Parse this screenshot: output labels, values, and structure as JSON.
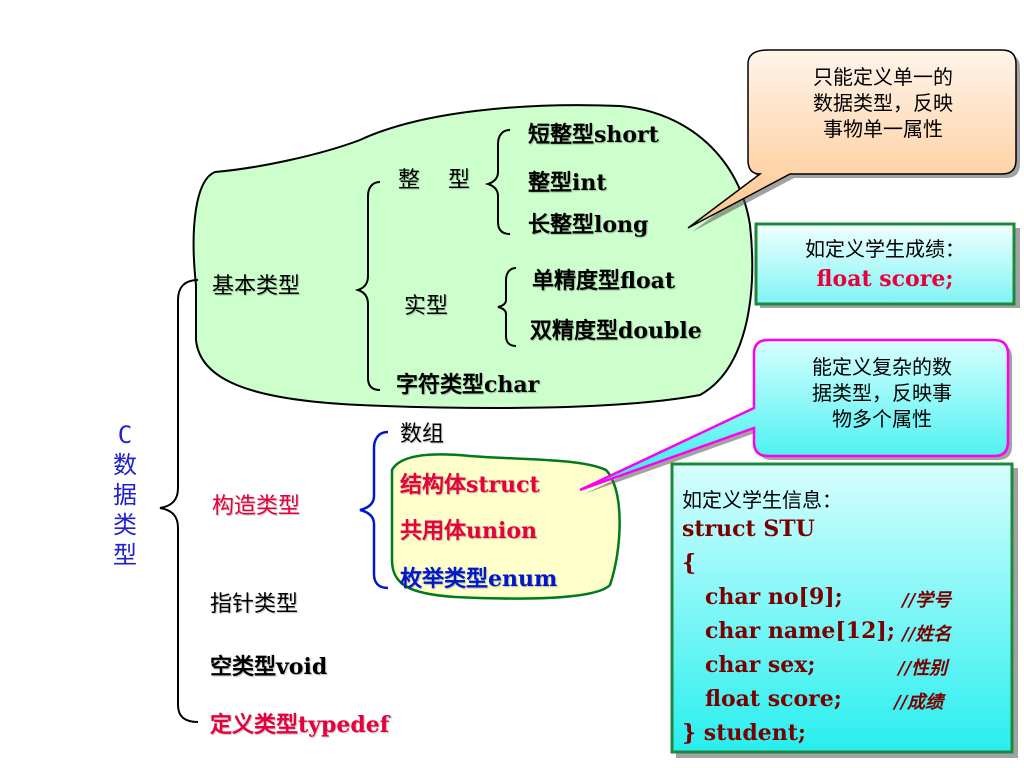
{
  "root": {
    "label": "C数据类型",
    "chars": [
      "C",
      "数",
      "据",
      "类",
      "型"
    ],
    "color": "#2020cc"
  },
  "basic": {
    "label": "基本类型",
    "integer": {
      "label": "整    型",
      "items": [
        "短整型short",
        "整型int",
        "长整型long"
      ]
    },
    "real": {
      "label": "实型",
      "items": [
        "单精度型float",
        "双精度型double"
      ]
    },
    "char": "字符类型char"
  },
  "constructed": {
    "label": "构造类型",
    "items": [
      "数组",
      "结构体struct",
      "共用体union",
      "枚举类型enum"
    ]
  },
  "pointer": "指针类型",
  "void_type": "空类型void",
  "typedef": "定义类型typedef",
  "callout_basic": {
    "lines": [
      "只能定义单一的",
      "数据类型，反映",
      "事物单一属性"
    ]
  },
  "example_basic": {
    "title": "如定义学生成绩：",
    "code": "float score;"
  },
  "callout_struct": {
    "lines": [
      "能定义复杂的数",
      "据类型，反映事",
      "物多个属性"
    ]
  },
  "example_struct": {
    "title": "如定义学生信息：",
    "lines": [
      {
        "code": "struct STU",
        "comment": ""
      },
      {
        "code": "{",
        "comment": ""
      },
      {
        "code": "   char no[9];",
        "comment": "//学号"
      },
      {
        "code": "   char name[12];",
        "comment": "//姓名"
      },
      {
        "code": "   char sex;",
        "comment": "//性别"
      },
      {
        "code": "   float score;",
        "comment": "//成绩"
      },
      {
        "code": "} student;",
        "comment": ""
      }
    ]
  },
  "colors": {
    "green_fill": "#ccffcc",
    "yellow_fill": "#ffffcc",
    "red_text": "#e8003c",
    "code_text": "#7a0000",
    "blue_text": "#0018cc"
  }
}
